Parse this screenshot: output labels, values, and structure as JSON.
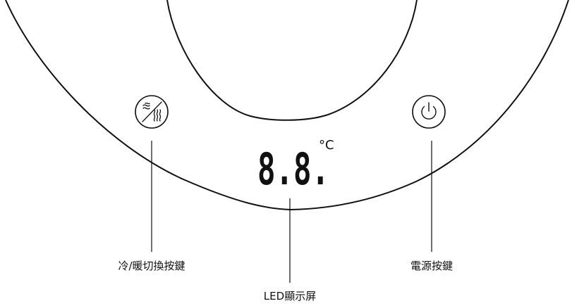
{
  "display": {
    "digits": "8.8.",
    "unit": "°C"
  },
  "labels": {
    "mode_button": "冷/暖切換按鍵",
    "power_button": "電源按鍵",
    "display": "LED顯示屏"
  },
  "icons": {
    "mode_button": "cool-warm-switch-icon",
    "power_button": "power-icon"
  },
  "colors": {
    "line": "#111111",
    "background": "#ffffff"
  }
}
